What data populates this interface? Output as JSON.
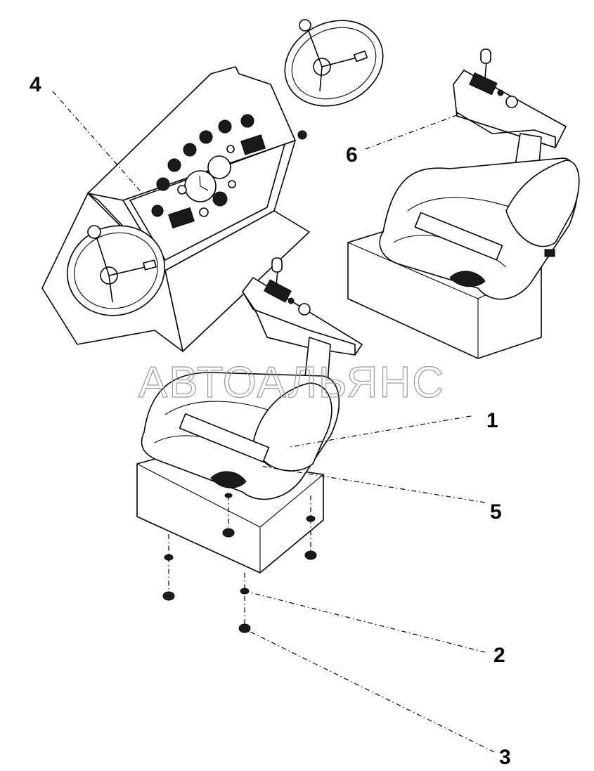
{
  "watermark": "АВТОАЛЬЯНС",
  "callouts": [
    {
      "id": "1",
      "label": "1"
    },
    {
      "id": "2",
      "label": "2"
    },
    {
      "id": "3",
      "label": "3"
    },
    {
      "id": "4",
      "label": "4"
    },
    {
      "id": "5",
      "label": "5"
    },
    {
      "id": "6",
      "label": "6"
    }
  ]
}
